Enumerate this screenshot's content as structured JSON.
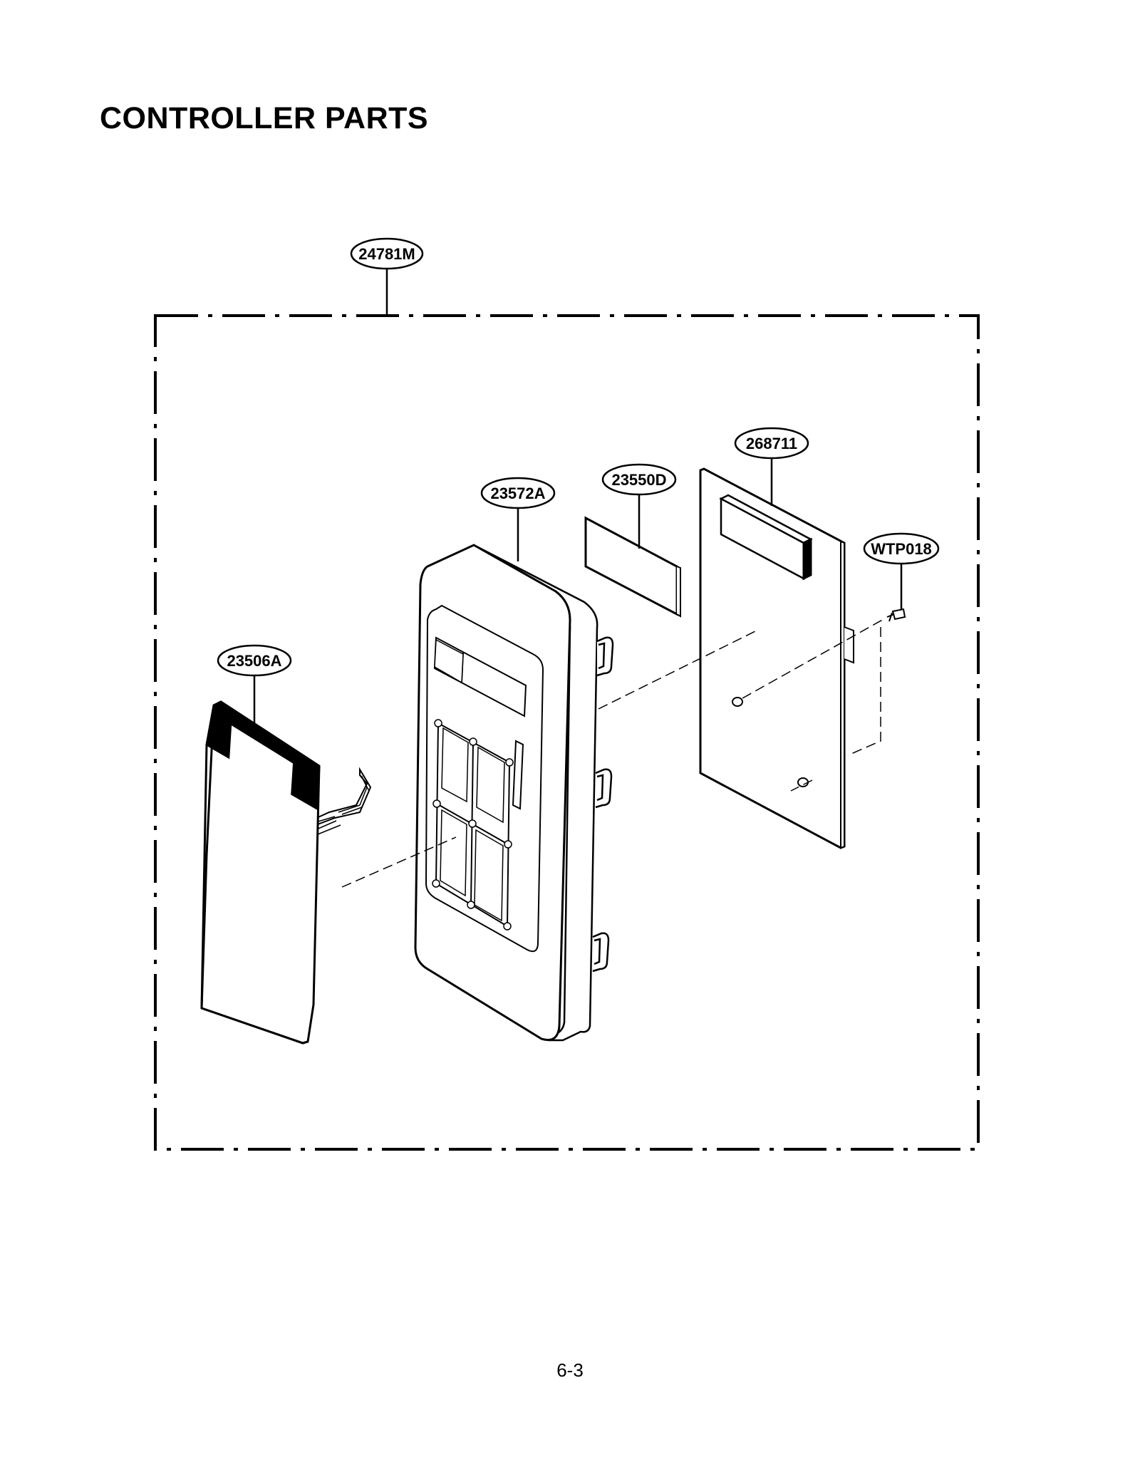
{
  "page": {
    "title": "CONTROLLER PARTS",
    "page_number": "6-3"
  },
  "callouts": [
    {
      "id": "assembly",
      "label": "24781M",
      "part": "controller assembly"
    },
    {
      "id": "pcb",
      "label": "268711",
      "part": "printed circuit board"
    },
    {
      "id": "window",
      "label": "23550D",
      "part": "display window"
    },
    {
      "id": "frame",
      "label": "23572A",
      "part": "control panel frame"
    },
    {
      "id": "screw",
      "label": "WTP018",
      "part": "screw"
    },
    {
      "id": "membrane",
      "label": "23506A",
      "part": "membrane switch"
    }
  ],
  "colors": {
    "ink": "#000000",
    "paper": "#ffffff"
  }
}
